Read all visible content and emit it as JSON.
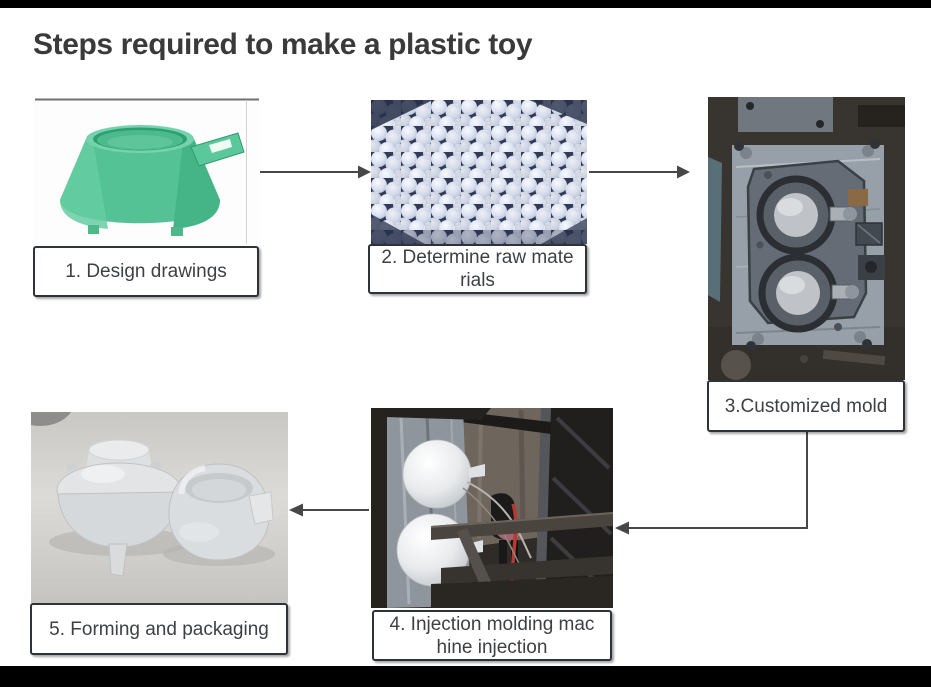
{
  "title": "Steps required to make a plastic toy",
  "colors": {
    "page_background": "#ffffff",
    "top_bottom_bars": "#000000",
    "title_text": "#3a3a3a",
    "caption_text": "#3e4144",
    "caption_border": "#2e333a",
    "caption_background": "#ffffff",
    "arrow": "#474747",
    "design_drawing_green": "#55c295"
  },
  "steps": [
    {
      "order": 1,
      "caption": "1. Design drawings",
      "lines": [
        "1. Design drawings"
      ],
      "image": "green-3d-cad-drawing-of-toy-pot"
    },
    {
      "order": 2,
      "caption": "2. Determine raw materials",
      "lines": [
        "2. Determine raw mate",
        "rials"
      ],
      "image": "translucent-plastic-pellets-photo"
    },
    {
      "order": 3,
      "caption": "3.Customized mold",
      "lines": [
        "3.Customized mold"
      ],
      "image": "steel-injection-mold-photo"
    },
    {
      "order": 4,
      "caption": "4. Injection molding machine injection",
      "lines": [
        "4. Injection molding mac",
        "hine injection"
      ],
      "image": "injection-molding-machine-photo"
    },
    {
      "order": 5,
      "caption": "5. Forming and packaging",
      "lines": [
        "5. Forming and packaging"
      ],
      "image": "molded-translucent-plastic-parts-photo"
    }
  ],
  "arrows": [
    {
      "from": "step-1",
      "to": "step-2",
      "direction": "right"
    },
    {
      "from": "step-2",
      "to": "step-3",
      "direction": "right"
    },
    {
      "from": "step-3",
      "to": "step-4",
      "direction": "down-then-left"
    },
    {
      "from": "step-4",
      "to": "step-5",
      "direction": "left"
    }
  ]
}
